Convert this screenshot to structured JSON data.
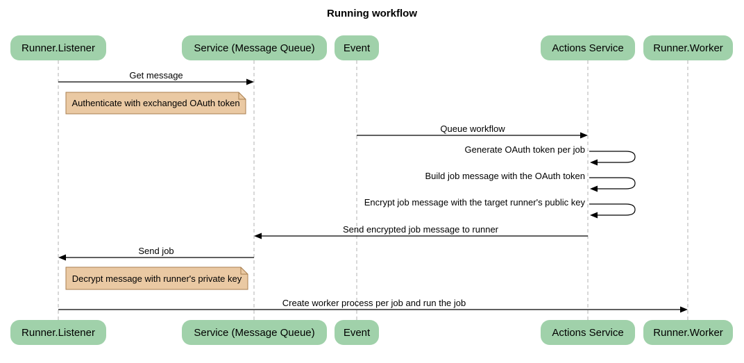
{
  "title": "Running workflow",
  "colors": {
    "background": "#ffffff",
    "text": "#000000",
    "participant_fill": "#a0d1aa",
    "note_fill": "#eac9a3",
    "note_border": "#a87e4f",
    "lifeline": "#b0b0b0",
    "arrow": "#000000"
  },
  "participants": [
    {
      "label": "Runner.Listener"
    },
    {
      "label": "Service (Message Queue)"
    },
    {
      "label": "Event"
    },
    {
      "label": "Actions Service"
    },
    {
      "label": "Runner.Worker"
    }
  ],
  "messages": [
    {
      "label": "Get message",
      "from": "Runner.Listener",
      "to": "Service (Message Queue)"
    },
    {
      "label": "Queue workflow",
      "from": "Event",
      "to": "Actions Service"
    },
    {
      "label": "Generate OAuth token per job",
      "from": "Actions Service",
      "to": "Actions Service"
    },
    {
      "label": "Build job message with the OAuth token",
      "from": "Actions Service",
      "to": "Actions Service"
    },
    {
      "label": "Encrypt job message with the target runner's public key",
      "from": "Actions Service",
      "to": "Actions Service"
    },
    {
      "label": "Send encrypted job message to runner",
      "from": "Actions Service",
      "to": "Service (Message Queue)"
    },
    {
      "label": "Send job",
      "from": "Service (Message Queue)",
      "to": "Runner.Listener"
    },
    {
      "label": "Create worker process per job and run the job",
      "from": "Runner.Listener",
      "to": "Runner.Worker"
    }
  ],
  "notes": [
    {
      "label": "Authenticate with exchanged OAuth token"
    },
    {
      "label": "Decrypt message with runner's private key"
    }
  ]
}
